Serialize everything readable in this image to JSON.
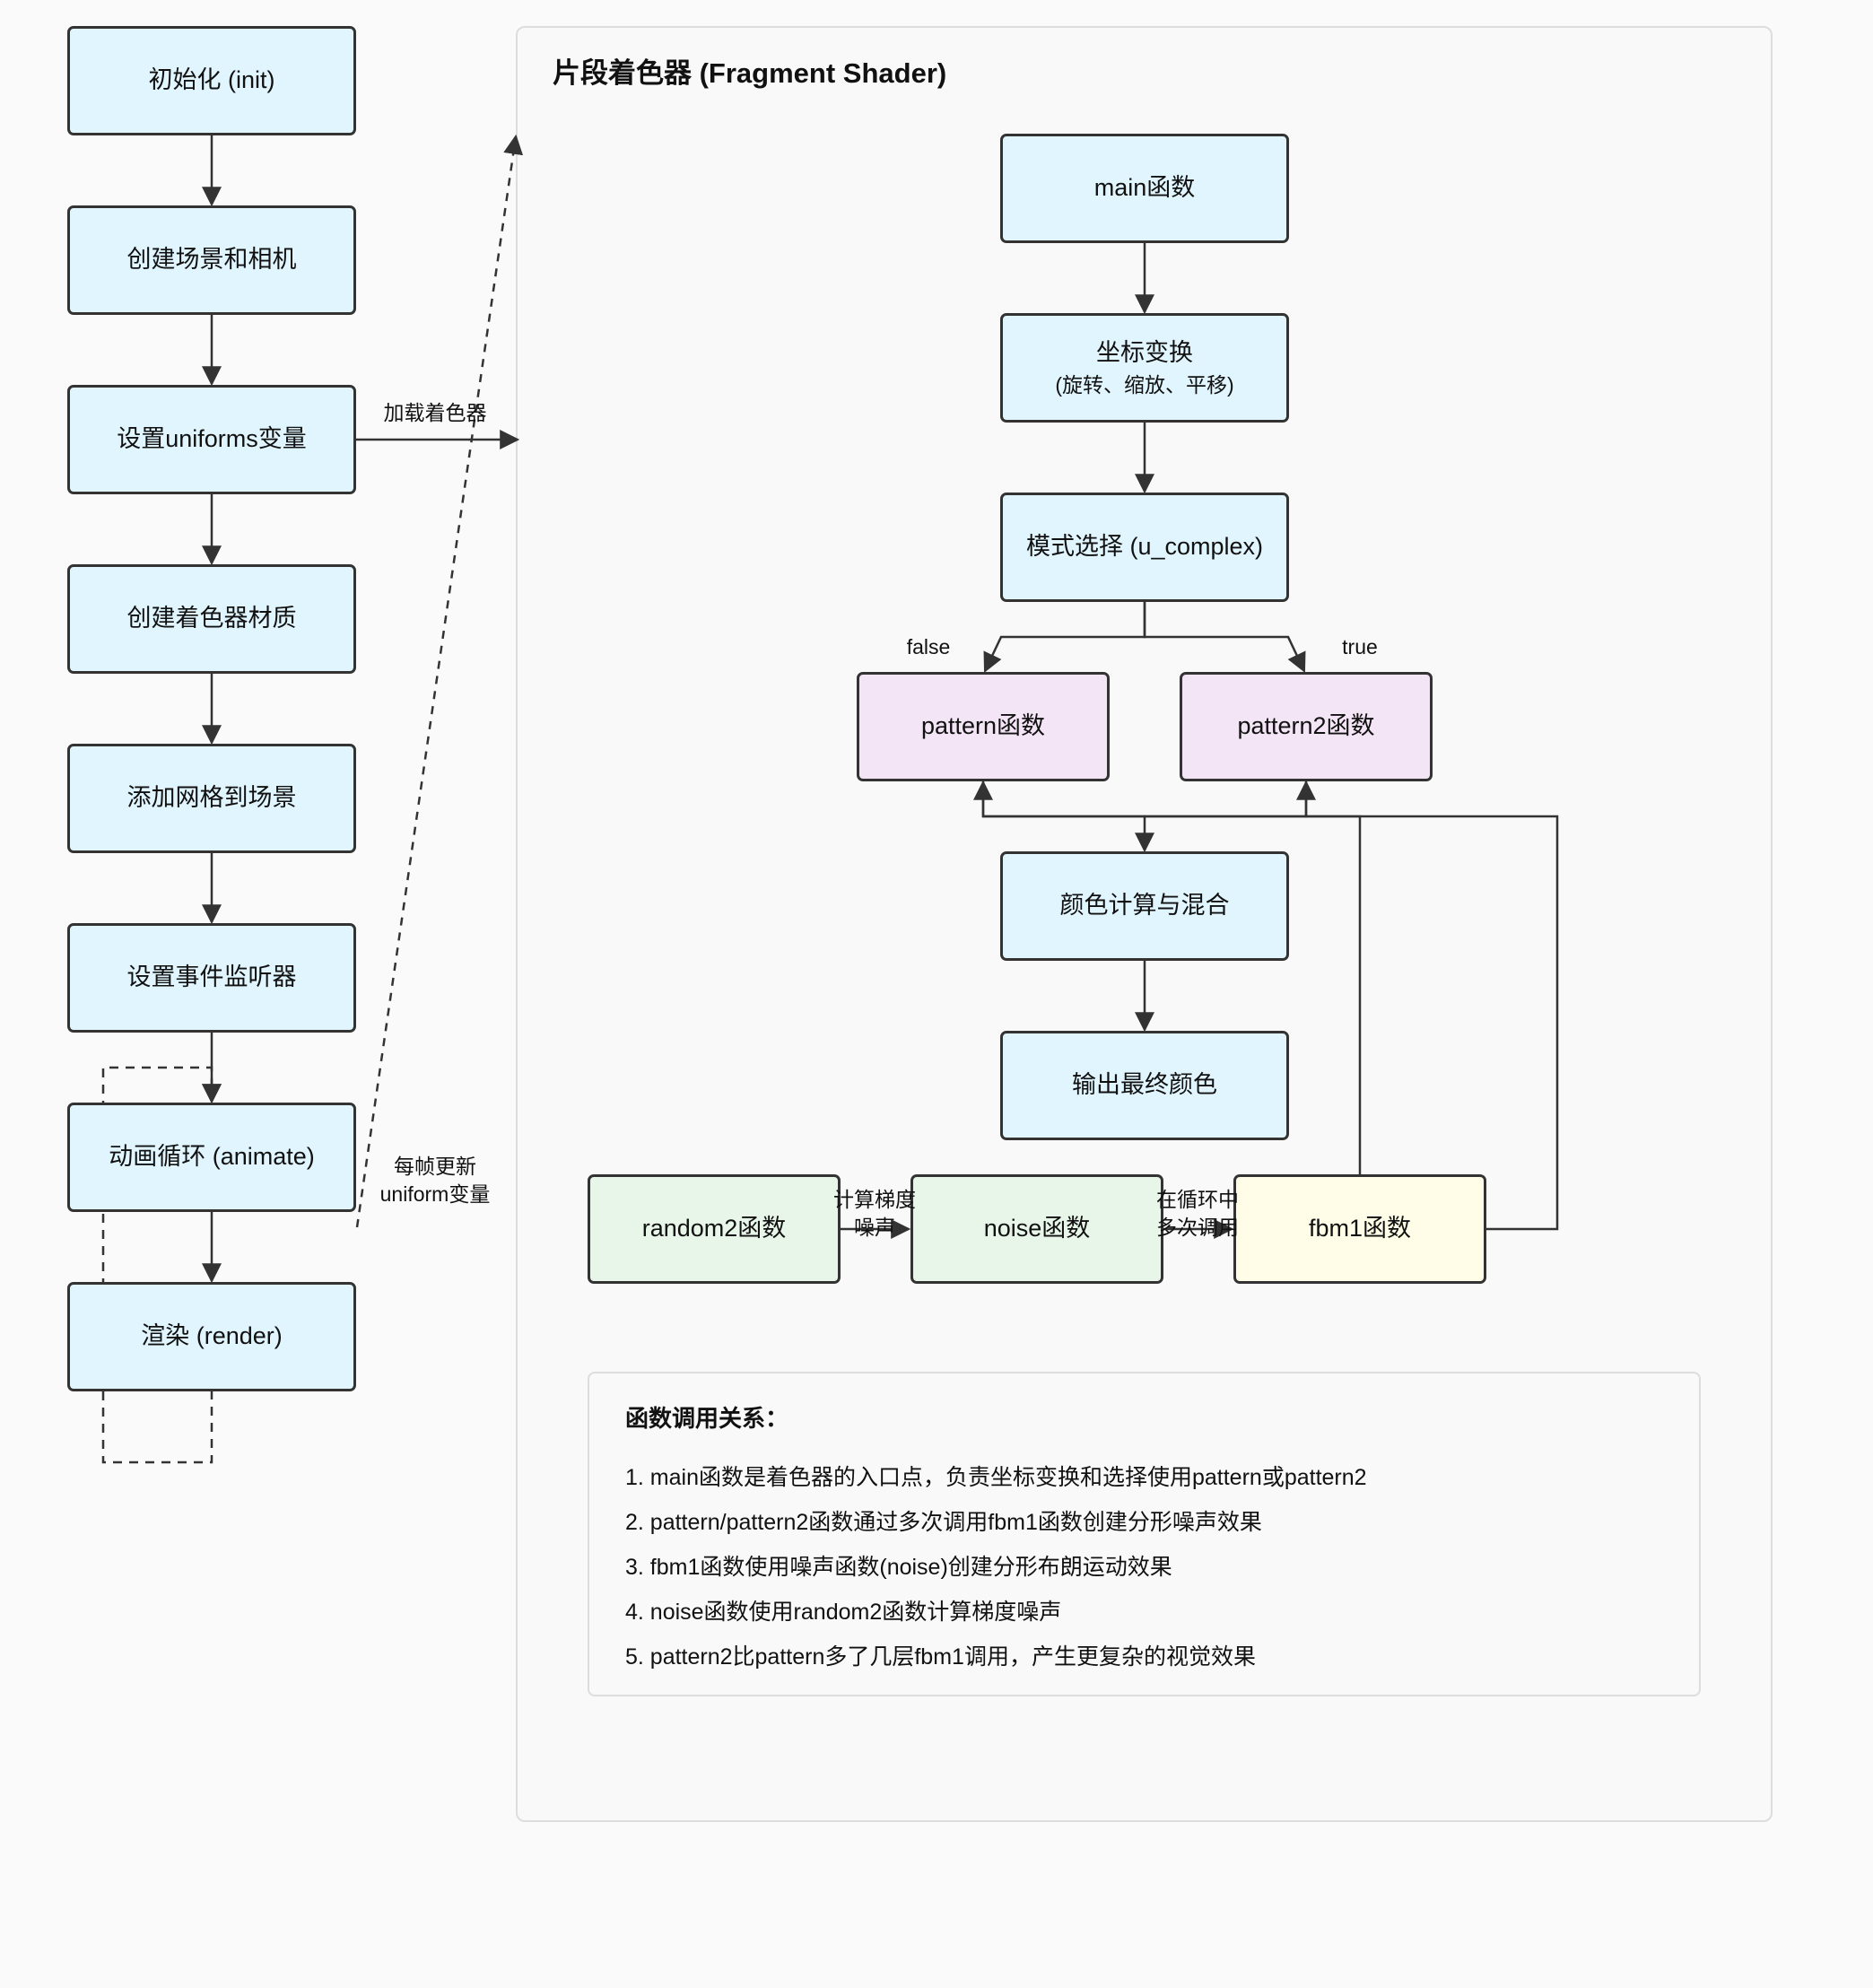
{
  "flow": {
    "init": "初始化 (init)",
    "scene_camera": "创建场景和相机",
    "set_uniforms": "设置uniforms变量",
    "shader_material": "创建着色器材质",
    "add_mesh": "添加网格到场景",
    "event_listeners": "设置事件监听器",
    "animate": "动画循环 (animate)",
    "render": "渲染 (render)"
  },
  "edges": {
    "load_shader": "加载着色器",
    "update_per_frame_line1": "每帧更新",
    "update_per_frame_line2": "uniform变量",
    "false_label": "false",
    "true_label": "true",
    "calc_gradient_line1": "计算梯度",
    "calc_gradient_line2": "噪声",
    "loop_call_line1": "在循环中",
    "loop_call_line2": "多次调用"
  },
  "shader": {
    "title": "片段着色器 (Fragment Shader)",
    "main": "main函数",
    "coord_transform": "坐标变换",
    "coord_transform_sub": "(旋转、缩放、平移)",
    "mode_select": "模式选择 (u_complex)",
    "pattern": "pattern函数",
    "pattern2": "pattern2函数",
    "color_mix": "颜色计算与混合",
    "output_color": "输出最终颜色",
    "random2": "random2函数",
    "noise": "noise函数",
    "fbm1": "fbm1函数"
  },
  "info": {
    "title": "函数调用关系：",
    "items": [
      "1. main函数是着色器的入口点，负责坐标变换和选择使用pattern或pattern2",
      "2. pattern/pattern2函数通过多次调用fbm1函数创建分形噪声效果",
      "3. fbm1函数使用噪声函数(noise)创建分形布朗运动效果",
      "4. noise函数使用random2函数计算梯度噪声",
      "5. pattern2比pattern多了几层fbm1调用，产生更复杂的视觉效果"
    ]
  },
  "colors": {
    "flow_node": "#e1f5fe",
    "pattern_node": "#f3e5f5",
    "noise_node": "#e8f5e9",
    "fbm_node": "#fffde7",
    "stroke": "#333333"
  }
}
